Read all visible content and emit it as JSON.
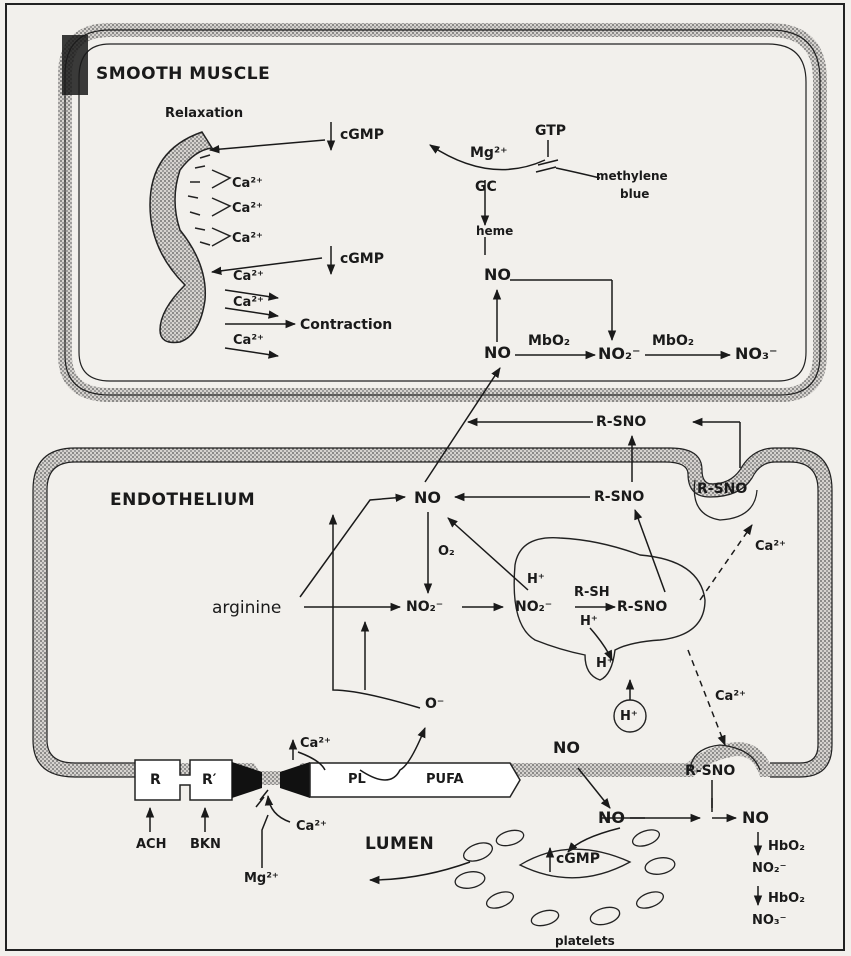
{
  "sections": {
    "smooth_muscle": "SMOOTH MUSCLE",
    "endothelium": "ENDOTHELIUM",
    "lumen": "LUMEN"
  },
  "smooth_muscle": {
    "relaxation": "Relaxation",
    "contraction": "Contraction",
    "cgmp_up": "cGMP",
    "cgmp_down": "cGMP",
    "ca_labels": [
      "Ca²⁺",
      "Ca²⁺",
      "Ca²⁺",
      "Ca²⁺",
      "Ca²⁺",
      "Ca²⁺"
    ],
    "gtp": "GTP",
    "mg": "Mg²⁺",
    "gc": "GC",
    "methylene_blue_1": "methylene",
    "methylene_blue_2": "blue",
    "heme": "heme",
    "no_heme": "NO",
    "no_low": "NO",
    "mbo2_1": "MbO₂",
    "mbo2_2": "MbO₂",
    "no2": "NO₂⁻",
    "no3": "NO₃⁻"
  },
  "endothelium": {
    "rsno_top": "R-SNO",
    "rsno_mid": "R-SNO",
    "rsno_pocket": "R-SNO",
    "no_center": "NO",
    "o2": "O₂",
    "arginine": "arginine",
    "no2_center": "NO₂⁻",
    "no2_vesicle": "NO₂⁻",
    "h_vesicle": "H⁺",
    "rsh": "R-SH",
    "h_arrow": "H⁺",
    "rsno_vesicle": "R-SNO",
    "h_bud": "H⁺",
    "h_circle": "H⁺",
    "ca_dashed_1": "Ca²⁺",
    "ca_dashed_2": "Ca²⁺",
    "o_minus": "O⁻",
    "ca_up": "Ca²⁺",
    "pl": "PL",
    "pufa": "PUFA",
    "r": "R",
    "r_prime": "R′",
    "ca_in": "Ca²⁺"
  },
  "lumen_labels": {
    "ach": "ACH",
    "bkn": "BKN",
    "mg": "Mg²⁺",
    "no_free": "NO",
    "no_center": "NO",
    "no_right": "NO",
    "rsno_bottom": "R-SNO",
    "hbo2_1": "HbO₂",
    "no2": "NO₂⁻",
    "hbo2_2": "HbO₂",
    "no3": "NO₃⁻",
    "cgmp": "cGMP",
    "platelets": "platelets"
  }
}
